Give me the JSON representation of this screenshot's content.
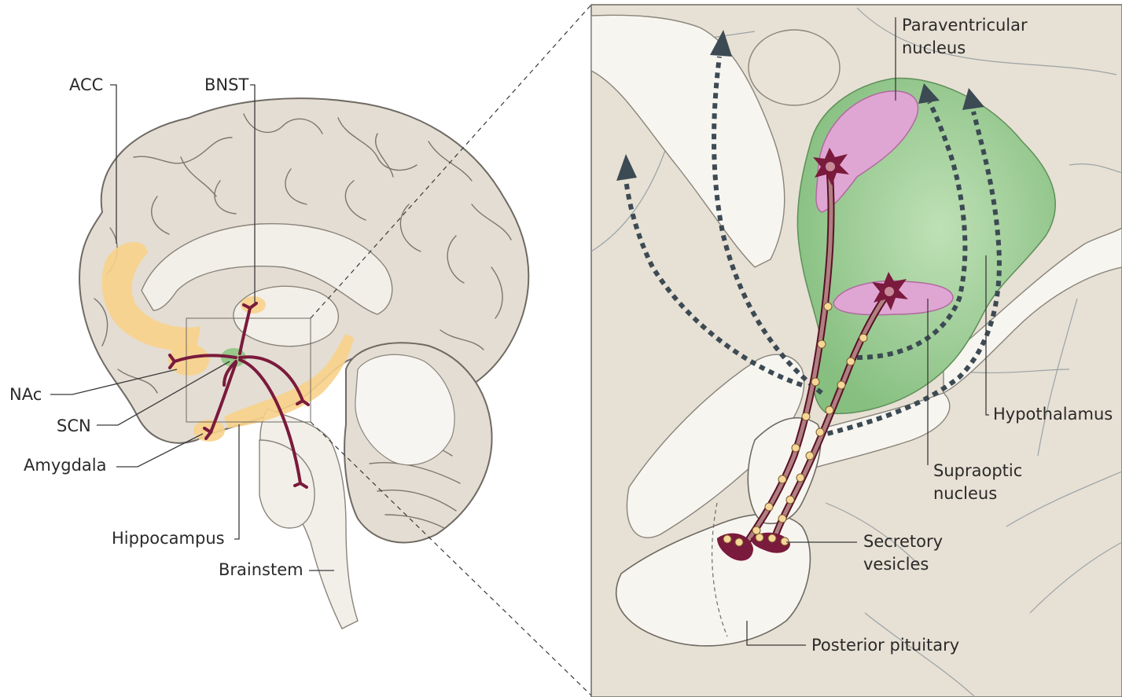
{
  "labels": {
    "acc": "ACC",
    "bnst": "BNST",
    "nac": "NAc",
    "scn": "SCN",
    "amygdala": "Amygdala",
    "hippocampus": "Hippocampus",
    "brainstem": "Brainstem",
    "paraventricular_line1": "Paraventricular",
    "paraventricular_line2": "nucleus",
    "hypothalamus": "Hypothalamus",
    "supraoptic_line1": "Supraoptic",
    "supraoptic_line2": "nucleus",
    "secretory_line1": "Secretory",
    "secretory_line2": "vesicles",
    "posterior_pituitary": "Posterior pituitary"
  },
  "colors": {
    "brain_tissue": "#e4ddd3",
    "pale_structures": "#f2efe9",
    "highlight_regions": "#f8d28b",
    "oxytocin_pathways": "#7a1a3c",
    "hypothalamus": "#8fc58a",
    "nuclei": "#e0a6d3",
    "release_arrows": "#3c4a53",
    "vesicles": "#f6d79a"
  },
  "icons": {
    "neuron_soma": "star-shaped-neuron-icon",
    "projection_terminal": "fork-terminal-icon",
    "release_arrow": "dotted-arrow-icon"
  }
}
